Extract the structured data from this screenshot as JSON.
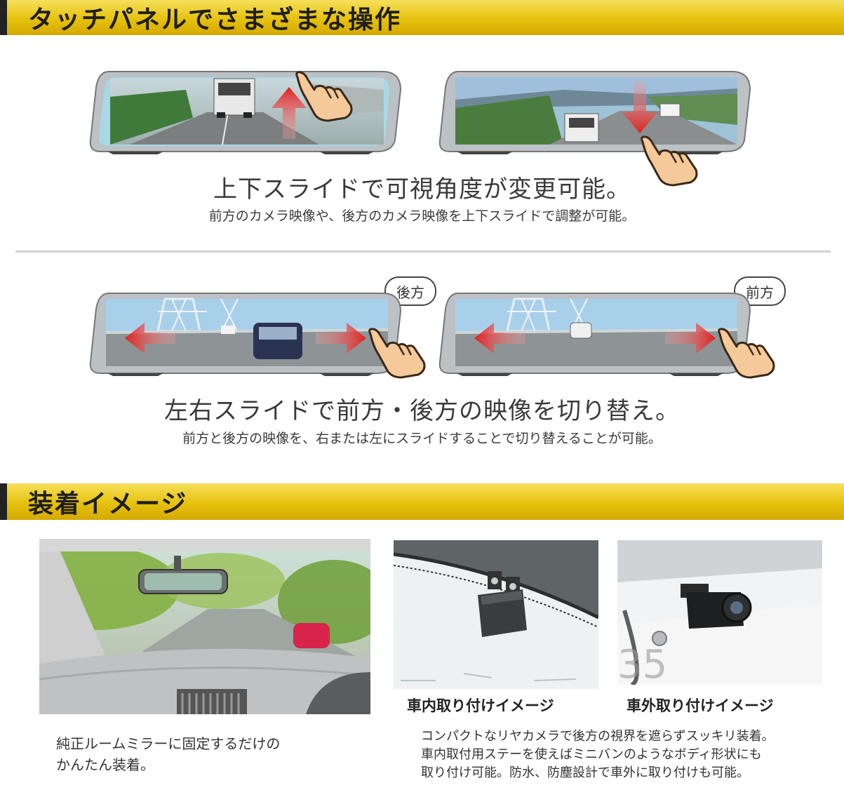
{
  "touch_section": {
    "title": "タッチパネルでさまざまな操作",
    "vertical": {
      "headline": "上下スライドで可視角度が変更可能。",
      "description": "前方のカメラ映像や、後方のカメラ映像を上下スライドで調整が可能。"
    },
    "horizontal": {
      "badge_rear": "後方",
      "badge_front": "前方",
      "headline": "左右スライドで前方・後方の映像を切り替え。",
      "description": "前方と後方の映像を、右または左にスライドすることで切り替えることが可能。"
    }
  },
  "install_section": {
    "title": "装着イメージ",
    "main_caption_line1": "純正ルームミラーに固定するだけの",
    "main_caption_line2": "かんたん装着。",
    "interior_caption": "車内取り付けイメージ",
    "exterior_caption": "車外取り付けイメージ",
    "camera_text_line1": "コンパクトなリヤカメラで後方の視界を遮らずスッキリ装着。",
    "camera_text_line2": "車内取付用ステーを使えばミニバンのようなボディ形状にも",
    "camera_text_line3": "取り付け可能。防水、防塵設計で車外に取り付けも可能。"
  },
  "colors": {
    "banner_gold": "#e6c10d",
    "arrow_red": "#e02020",
    "mirror_frame": "#bfc3c7",
    "hand_skin": "#f6c99a"
  },
  "icons": [
    "pointing-hand-icon",
    "up-arrow-icon",
    "down-arrow-icon",
    "left-arrow-icon",
    "right-arrow-icon"
  ]
}
